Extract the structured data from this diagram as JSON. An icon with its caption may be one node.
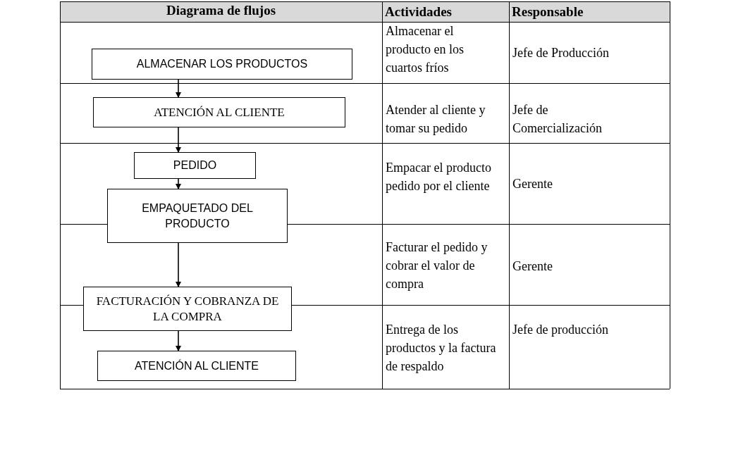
{
  "diagram": {
    "nodes": [
      {
        "text": [
          "ALMACENAR LOS PRODUCTOS"
        ]
      },
      {
        "text": [
          "ATENCIÓN AL CLIENTE"
        ]
      },
      {
        "text": [
          "PEDIDO"
        ]
      },
      {
        "text": [
          "EMPAQUETADO DEL PRODUCTO"
        ]
      },
      {
        "text": [
          "FACTURACIÓN Y COBRANZA DE LA COMPRA"
        ]
      },
      {
        "text": [
          "ATENCIÓN AL CLIENTE"
        ]
      }
    ],
    "edges": [
      {
        "from": 0,
        "to": 1,
        "arrow": "to"
      },
      {
        "from": 1,
        "to": 2,
        "arrow": "to"
      },
      {
        "from": 2,
        "to": 3,
        "arrow": "to"
      },
      {
        "from": 3,
        "to": 4,
        "arrow": "to"
      },
      {
        "from": 4,
        "to": 5,
        "arrow": "to"
      }
    ],
    "labels": [
      "Diagrama de flujos",
      "Actividades",
      "Responsable",
      "Almacenar el producto en los cuartos fríos",
      "Jefe de Producción",
      "Atender al cliente y tomar su pedido",
      "Jefe de Comercialización",
      "Empacar el producto pedido por el cliente",
      "Gerente",
      "Facturar el pedido y cobrar el valor de compra",
      "Gerente",
      "Entrega de los productos y la factura de respaldo",
      "Jefe de producción"
    ]
  }
}
